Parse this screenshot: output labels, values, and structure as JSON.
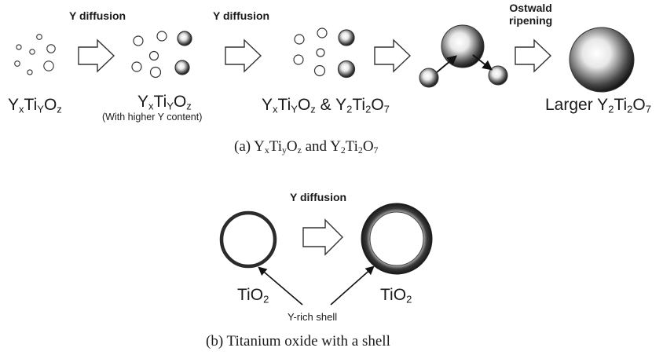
{
  "panel_a": {
    "arrow_labels": [
      "Y diffusion",
      "Y diffusion",
      "Ostwald\nripening"
    ],
    "stage_labels": {
      "s1": {
        "Y": "Y",
        "x": "x",
        "Ti": "Ti",
        "y": "Y",
        "O": "O",
        "z": "z"
      },
      "s2": {
        "Y": "Y",
        "x": "x",
        "Ti": "Ti",
        "y": "Y",
        "O": "O",
        "z": "z",
        "note": "(With higher Y content)"
      },
      "s3": {
        "Y": "Y",
        "x": "x",
        "Ti": "Ti",
        "y": "Y",
        "O": "O",
        "z": "z",
        "amp": " & ",
        "Y2": "Y",
        "two1": "2",
        "Ti2": "Ti",
        "two2": "2",
        "O2": "O",
        "seven": "7"
      },
      "s5": {
        "prefix": "Larger ",
        "Y": "Y",
        "two1": "2",
        "Ti": "Ti",
        "two2": "2",
        "O": "O",
        "seven": "7"
      }
    },
    "caption": {
      "pre": "(a) ",
      "Y": "Y",
      "x": "x",
      "Ti": "Ti",
      "y": "y",
      "O": "O",
      "z": "z",
      "and": " and ",
      "Y2": "Y",
      "two1": "2",
      "Ti2": "Ti",
      "two2": "2",
      "O2": "O",
      "seven": "7"
    }
  },
  "panel_b": {
    "arrow_label": "Y diffusion",
    "left_label": {
      "Ti": "TiO",
      "two": "2"
    },
    "right_label": {
      "Ti": "TiO",
      "two": "2"
    },
    "shell_label": "Y-rich shell",
    "caption": "(b) Titanium oxide with a shell"
  },
  "colors": {
    "line": "#333333",
    "shell_dark": "#2b2b2b",
    "highlight": "#ffffff",
    "text": "#1a1a1a"
  }
}
